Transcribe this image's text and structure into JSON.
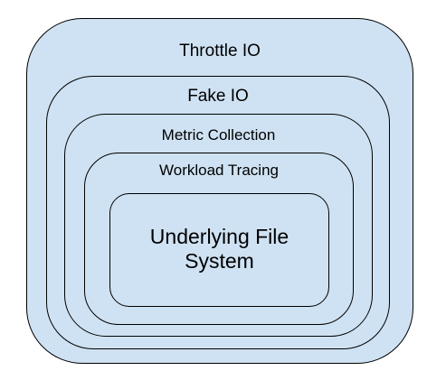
{
  "layers": {
    "throttle_io": "Throttle IO",
    "fake_io": "Fake IO",
    "metric_collection": "Metric Collection",
    "workload_tracing": "Workload Tracing",
    "file_system": {
      "line1": "Underlying File",
      "line2": "System"
    }
  },
  "colors": {
    "fill": "#cfe2f3",
    "stroke": "#000000"
  }
}
